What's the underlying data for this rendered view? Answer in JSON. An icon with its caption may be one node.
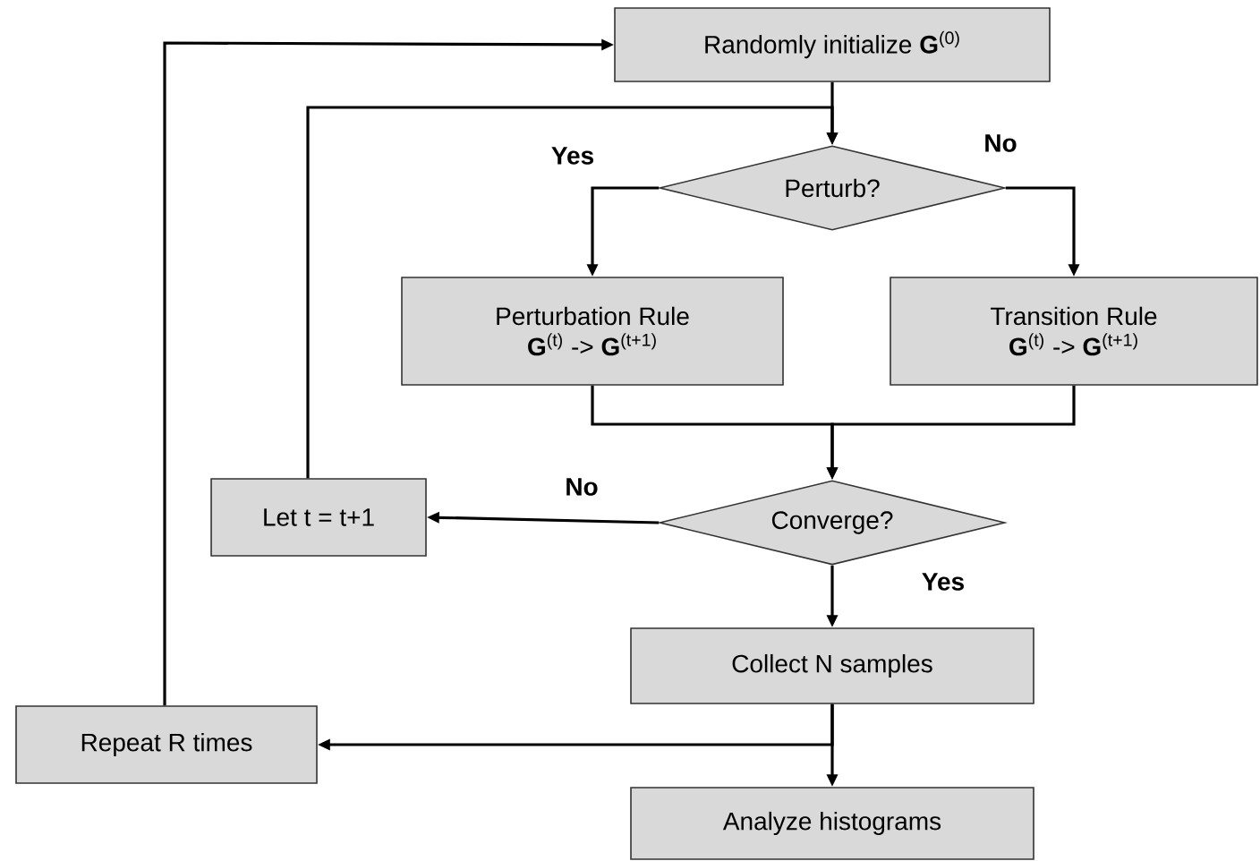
{
  "diagram": {
    "nodes": [
      {
        "text": [
          "Randomly initialize **G**$^{(0)}$"
        ]
      },
      {
        "text": [
          "Perturb?"
        ]
      },
      {
        "text": [
          "Perturbation Rule",
          "**G**$^{(t)}$ -> **G**$^{(t+1)}$"
        ]
      },
      {
        "text": [
          "Transition Rule",
          "**G**$^{(t)}$ -> **G**$^{(t+1)}$"
        ]
      },
      {
        "text": [
          "Converge?"
        ]
      },
      {
        "text": [
          "Let t = t+1"
        ]
      },
      {
        "text": [
          "Collect N samples"
        ]
      },
      {
        "text": [
          "Repeat R times"
        ]
      },
      {
        "text": [
          "Analyze histograms"
        ]
      }
    ],
    "edges": [
      {
        "from": 0,
        "to": 1,
        "arrow": "to"
      },
      {
        "from": 1,
        "to": 2,
        "arrow": "to",
        "label": "Yes"
      },
      {
        "from": 1,
        "to": 3,
        "arrow": "to",
        "label": "No"
      },
      {
        "from": 2,
        "to": 4,
        "arrow": "to"
      },
      {
        "from": 3,
        "to": 4,
        "arrow": "to"
      },
      {
        "from": 4,
        "to": 5,
        "arrow": "to",
        "label": "No"
      },
      {
        "from": 4,
        "to": 6,
        "arrow": "to",
        "label": "Yes"
      },
      {
        "from": 6,
        "to": 7,
        "arrow": "to"
      },
      {
        "from": 6,
        "to": 8,
        "arrow": "to"
      },
      {
        "from": 5,
        "to": 1,
        "arrow": "to"
      },
      {
        "from": 7,
        "to": 0,
        "arrow": "to"
      }
    ]
  }
}
